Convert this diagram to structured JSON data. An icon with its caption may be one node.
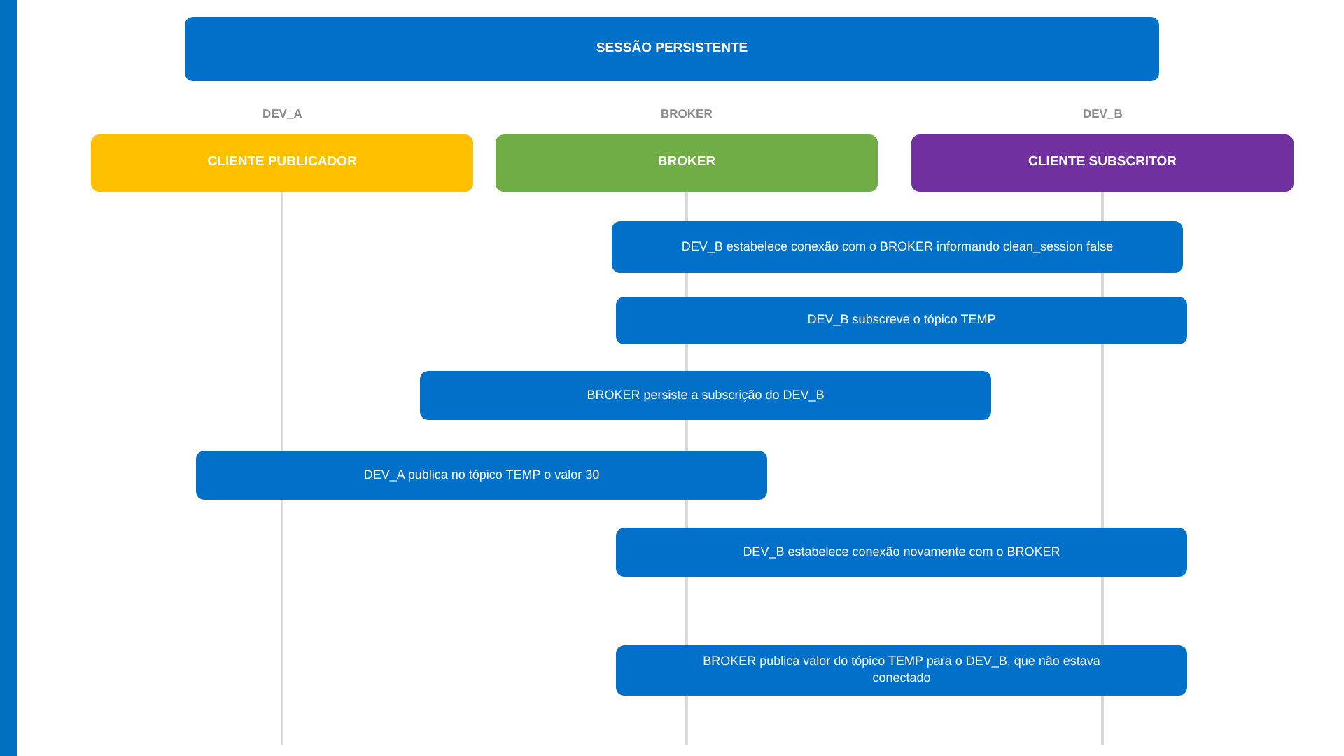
{
  "diagram": {
    "nodes": [
      {
        "text": [
          "SESSÃO PERSISTENTE"
        ]
      },
      {
        "text": [
          "CLIENTE PUBLICADOR"
        ],
        "beside": [
          "DEV_A"
        ]
      },
      {
        "text": [
          "BROKER"
        ],
        "beside": [
          "BROKER"
        ]
      },
      {
        "text": [
          "CLIENTE SUBSCRITOR"
        ],
        "beside": [
          "DEV_B"
        ]
      },
      {
        "text": [
          "DEV_B estabelece conexão com o BROKER informando clean_session false"
        ]
      },
      {
        "text": [
          "DEV_B subscreve o tópico TEMP"
        ]
      },
      {
        "text": [
          "BROKER persiste a subscrição do DEV_B"
        ]
      },
      {
        "text": [
          "DEV_A publica no tópico TEMP o valor 30"
        ]
      },
      {
        "text": [
          "DEV_B estabelece conexão novamente com o BROKER"
        ]
      },
      {
        "text": [
          "BROKER publica valor do tópico TEMP para o DEV_B, que não estava conectado"
        ]
      }
    ]
  }
}
